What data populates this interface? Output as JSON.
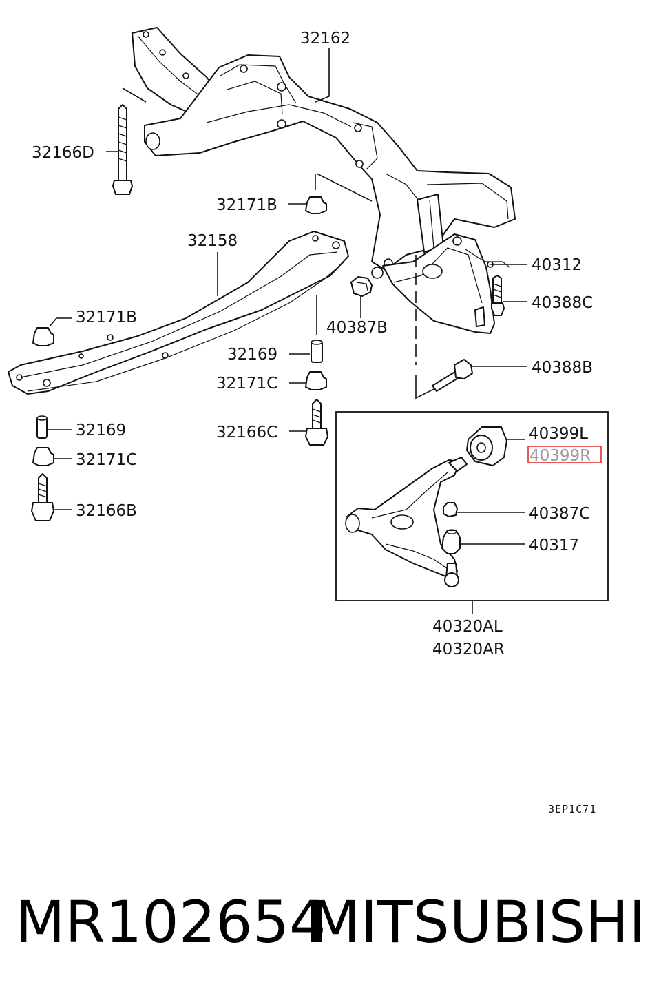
{
  "labels": {
    "p32162": "32162",
    "p32166D": "32166D",
    "p32171B_top": "32171B",
    "p32158": "32158",
    "p32171B_left": "32171B",
    "p32169_mid": "32169",
    "p32171C_mid": "32171C",
    "p32166C": "32166C",
    "p32169_left": "32169",
    "p32171C_left": "32171C",
    "p32166B": "32166B",
    "p40312": "40312",
    "p40388C": "40388C",
    "p40387B": "40387B",
    "p40388B": "40388B",
    "p40399L": "40399L",
    "p40399R": "40399R",
    "p40387C": "40387C",
    "p40317": "40317",
    "p40320AL": "40320AL",
    "p40320AR": "40320AR"
  },
  "diagram_code": "3EP1C71",
  "highlight_color": "#e03030",
  "footer": {
    "part_number": "MR102654",
    "brand": "MITSUBISHI"
  }
}
